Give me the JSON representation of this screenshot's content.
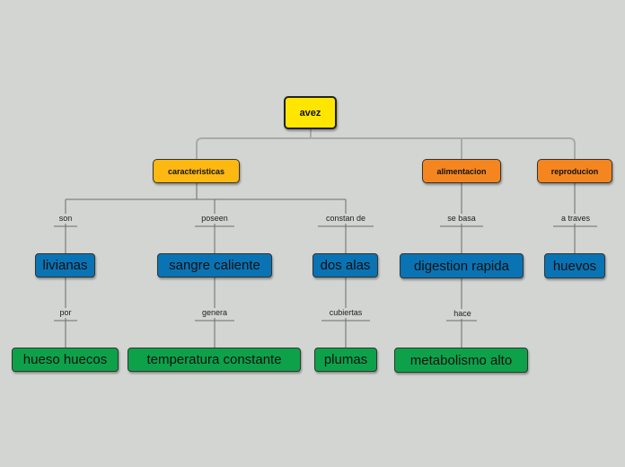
{
  "root": {
    "label": "avez"
  },
  "categories": [
    {
      "label": "caracteristicas"
    },
    {
      "label": "alimentacion"
    },
    {
      "label": "reproducion"
    }
  ],
  "links": {
    "son": "son",
    "poseen": "poseen",
    "constan_de": "constan de",
    "se_basa": "se basa",
    "a_traves": "a traves",
    "por": "por",
    "genera": "genera",
    "cubiertas": "cubiertas",
    "hace": "hace"
  },
  "level2": {
    "livianas": "livianas",
    "sangre_caliente": "sangre caliente",
    "dos_alas": "dos alas",
    "digestion_rapida": "digestion rapida",
    "huevos": "huevos"
  },
  "level3": {
    "hueso_huecos": "hueso huecos",
    "temperatura_constante": "temperatura constante",
    "plumas": "plumas",
    "metabolismo_alto": "metabolismo alto"
  },
  "colors": {
    "background": "#d3d5d2",
    "root": "#ffe600",
    "category_yellow_orange": "#fdb812",
    "category_orange": "#f5861f",
    "blue_node": "#0a73b4",
    "green_node": "#0da24a"
  }
}
